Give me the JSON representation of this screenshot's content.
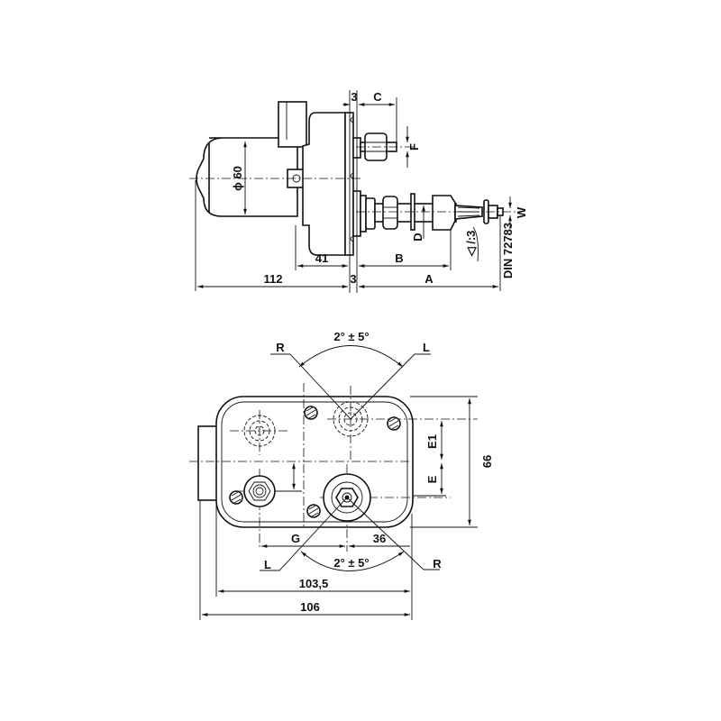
{
  "side_view": {
    "dim_112": "112",
    "dim_3_bottom": "3",
    "dim_A": "A",
    "dim_41": "41",
    "dim_B": "B",
    "dim_3_top": "3",
    "dim_C": "C",
    "dim_F": "F",
    "dim_D": "D",
    "dim_W": "W",
    "diameter": "ϕ 60",
    "taper": "◁ /:3",
    "standard": "DIN 72783"
  },
  "front_view": {
    "angle_top": "2° ± 5°",
    "angle_bottom": "2° ± 5°",
    "R_top": "R",
    "L_top": "L",
    "L_bottom": "L",
    "R_bottom": "R",
    "dim_E1": "E1",
    "dim_E": "E",
    "dim_66": "66",
    "dim_G": "G",
    "dim_36": "36",
    "dim_103_5": "103,5",
    "dim_106": "106"
  }
}
